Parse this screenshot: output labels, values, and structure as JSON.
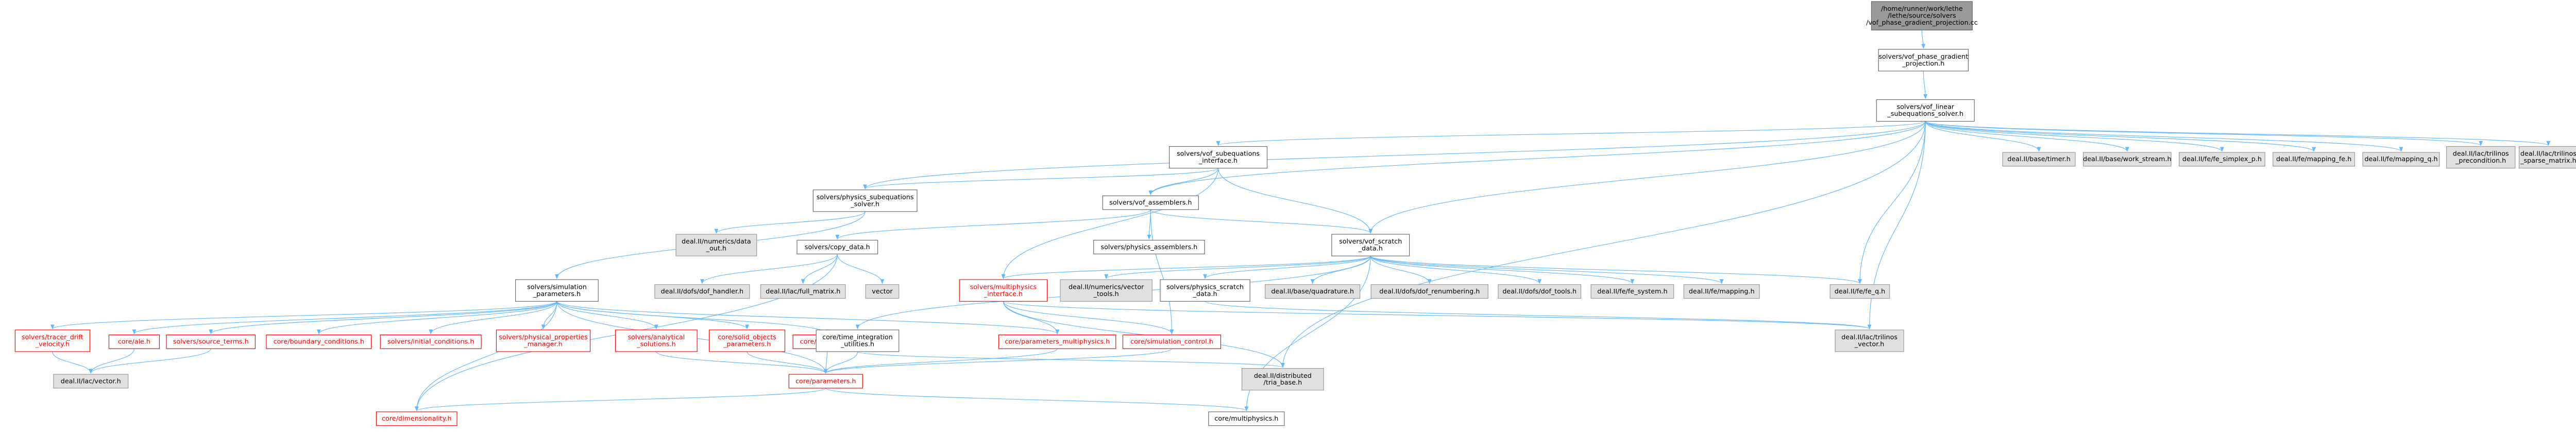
{
  "colors": {
    "root_fill": "#999999",
    "node_fill": "#ffffff",
    "node_stroke": "#666666",
    "external_fill": "#e0e0e0",
    "external_stroke": "#999999",
    "missing_stroke": "#ff0000",
    "normal_text": "#000000",
    "missing_text": "#ff0000",
    "edge": "#63b8ff"
  },
  "nodes": [
    {
      "id": "root",
      "style": "root",
      "lines": [
        "/home/runner/work/lethe",
        "/lethe/source/solvers",
        "/vof_phase_gradient_projection.cc"
      ]
    },
    {
      "id": "vof_pgp_h",
      "style": "normal",
      "lines": [
        "solvers/vof_phase_gradient",
        "_projection.h"
      ]
    },
    {
      "id": "vof_lss",
      "style": "normal",
      "lines": [
        "solvers/vof_linear",
        "_subequations_solver.h"
      ]
    },
    {
      "id": "vof_si",
      "style": "normal",
      "lines": [
        "solvers/vof_subequations",
        "_interface.h"
      ]
    },
    {
      "id": "base_timer",
      "style": "external",
      "lines": [
        "deal.II/base/timer.h"
      ]
    },
    {
      "id": "base_ws",
      "style": "external",
      "lines": [
        "deal.II/base/work_stream.h"
      ]
    },
    {
      "id": "fe_simplex",
      "style": "external",
      "lines": [
        "deal.II/fe/fe_simplex_p.h"
      ]
    },
    {
      "id": "fe_mapping_fe",
      "style": "external",
      "lines": [
        "deal.II/fe/mapping_fe.h"
      ]
    },
    {
      "id": "fe_mapping_q",
      "style": "external",
      "lines": [
        "deal.II/fe/mapping_q.h"
      ]
    },
    {
      "id": "tril_precond",
      "style": "external",
      "lines": [
        "deal.II/lac/trilinos",
        "_precondition.h"
      ]
    },
    {
      "id": "tril_sparse",
      "style": "external",
      "lines": [
        "deal.II/lac/trilinos",
        "_sparse_matrix.h"
      ]
    },
    {
      "id": "phys_sub_solver",
      "style": "normal",
      "lines": [
        "solvers/physics_subequations",
        "_solver.h"
      ]
    },
    {
      "id": "vof_assemblers",
      "style": "normal",
      "lines": [
        "solvers/vof_assemblers.h"
      ]
    },
    {
      "id": "data_out",
      "style": "external",
      "lines": [
        "deal.II/numerics/data",
        "_out.h"
      ]
    },
    {
      "id": "copy_data",
      "style": "normal",
      "lines": [
        "solvers/copy_data.h"
      ]
    },
    {
      "id": "phys_assemblers",
      "style": "normal",
      "lines": [
        "solvers/physics_assemblers.h"
      ]
    },
    {
      "id": "vof_scratch",
      "style": "normal",
      "lines": [
        "solvers/vof_scratch",
        "_data.h"
      ]
    },
    {
      "id": "dof_handler",
      "style": "external",
      "lines": [
        "deal.II/dofs/dof_handler.h"
      ]
    },
    {
      "id": "full_matrix",
      "style": "external",
      "lines": [
        "deal.II/lac/full_matrix.h"
      ]
    },
    {
      "id": "vector_std",
      "style": "external",
      "lines": [
        "vector"
      ]
    },
    {
      "id": "sim_params",
      "style": "normal",
      "lines": [
        "solvers/simulation",
        "_parameters.h"
      ]
    },
    {
      "id": "multiphysics_if",
      "style": "missing",
      "lines": [
        "solvers/multiphysics",
        "_interface.h"
      ]
    },
    {
      "id": "vector_tools",
      "style": "external",
      "lines": [
        "deal.II/numerics/vector",
        "_tools.h"
      ]
    },
    {
      "id": "phys_scratch",
      "style": "normal",
      "lines": [
        "solvers/physics_scratch",
        "_data.h"
      ]
    },
    {
      "id": "quadrature",
      "style": "external",
      "lines": [
        "deal.II/base/quadrature.h"
      ]
    },
    {
      "id": "dof_renum",
      "style": "external",
      "lines": [
        "deal.II/dofs/dof_renumbering.h"
      ]
    },
    {
      "id": "dof_tools",
      "style": "external",
      "lines": [
        "deal.II/dofs/dof_tools.h"
      ]
    },
    {
      "id": "fe_system",
      "style": "external",
      "lines": [
        "deal.II/fe/fe_system.h"
      ]
    },
    {
      "id": "fe_mapping",
      "style": "external",
      "lines": [
        "deal.II/fe/mapping.h"
      ]
    },
    {
      "id": "fe_q",
      "style": "external",
      "lines": [
        "deal.II/fe/fe_q.h"
      ]
    },
    {
      "id": "tracer_drift",
      "style": "missing",
      "lines": [
        "solvers/tracer_drift",
        "_velocity.h"
      ]
    },
    {
      "id": "core_ale",
      "style": "missing",
      "lines": [
        "core/ale.h"
      ]
    },
    {
      "id": "source_terms",
      "style": "missing",
      "lines": [
        "solvers/source_terms.h"
      ]
    },
    {
      "id": "boundary_cond",
      "style": "missing",
      "lines": [
        "core/boundary_conditions.h"
      ]
    },
    {
      "id": "initial_cond",
      "style": "missing",
      "lines": [
        "solvers/initial_conditions.h"
      ]
    },
    {
      "id": "phys_props",
      "style": "missing",
      "lines": [
        "solvers/physical_properties",
        "_manager.h"
      ]
    },
    {
      "id": "analytical",
      "style": "missing",
      "lines": [
        "solvers/analytical",
        "_solutions.h"
      ]
    },
    {
      "id": "solid_objects",
      "style": "missing",
      "lines": [
        "core/solid_objects",
        "_parameters.h"
      ]
    },
    {
      "id": "manifolds",
      "style": "missing",
      "lines": [
        "core/manifolds.h"
      ]
    },
    {
      "id": "time_integ",
      "style": "normal",
      "lines": [
        "core/time_integration",
        "_utilities.h"
      ]
    },
    {
      "id": "params_multiphysics",
      "style": "missing",
      "lines": [
        "core/parameters_multiphysics.h"
      ]
    },
    {
      "id": "sim_control",
      "style": "missing",
      "lines": [
        "core/simulation_control.h"
      ]
    },
    {
      "id": "tril_vector",
      "style": "external",
      "lines": [
        "deal.II/lac/trilinos",
        "_vector.h"
      ]
    },
    {
      "id": "lac_vector",
      "style": "external",
      "lines": [
        "deal.II/lac/vector.h"
      ]
    },
    {
      "id": "core_params",
      "style": "missing",
      "lines": [
        "core/parameters.h"
      ]
    },
    {
      "id": "dist_tria",
      "style": "external",
      "lines": [
        "deal.II/distributed",
        "/tria_base.h"
      ]
    },
    {
      "id": "dimensionality",
      "style": "missing",
      "lines": [
        "core/dimensionality.h"
      ]
    },
    {
      "id": "core_multiphysics",
      "style": "normal",
      "lines": [
        "core/multiphysics.h"
      ]
    }
  ],
  "edges": [
    [
      "root",
      "vof_pgp_h"
    ],
    [
      "vof_pgp_h",
      "vof_lss"
    ],
    [
      "vof_lss",
      "vof_si"
    ],
    [
      "vof_lss",
      "base_timer"
    ],
    [
      "vof_lss",
      "base_ws"
    ],
    [
      "vof_lss",
      "fe_simplex"
    ],
    [
      "vof_lss",
      "fe_mapping_fe"
    ],
    [
      "vof_lss",
      "fe_mapping_q"
    ],
    [
      "vof_lss",
      "tril_precond"
    ],
    [
      "vof_lss",
      "tril_sparse"
    ],
    [
      "vof_lss",
      "phys_sub_solver"
    ],
    [
      "vof_lss",
      "vof_assemblers"
    ],
    [
      "vof_lss",
      "vof_scratch"
    ],
    [
      "vof_lss",
      "fe_q"
    ],
    [
      "vof_lss",
      "tril_vector"
    ],
    [
      "vof_lss",
      "dist_tria"
    ],
    [
      "vof_si",
      "phys_sub_solver"
    ],
    [
      "vof_si",
      "vof_assemblers"
    ],
    [
      "vof_si",
      "vof_scratch"
    ],
    [
      "vof_si",
      "multiphysics_if"
    ],
    [
      "phys_sub_solver",
      "data_out"
    ],
    [
      "phys_sub_solver",
      "sim_params"
    ],
    [
      "vof_assemblers",
      "copy_data"
    ],
    [
      "vof_assemblers",
      "phys_assemblers"
    ],
    [
      "vof_assemblers",
      "vof_scratch"
    ],
    [
      "vof_assemblers",
      "sim_control"
    ],
    [
      "copy_data",
      "dof_handler"
    ],
    [
      "copy_data",
      "full_matrix"
    ],
    [
      "copy_data",
      "vector_std"
    ],
    [
      "copy_data",
      "dimensionality"
    ],
    [
      "vof_scratch",
      "multiphysics_if"
    ],
    [
      "vof_scratch",
      "vector_tools"
    ],
    [
      "vof_scratch",
      "phys_scratch"
    ],
    [
      "vof_scratch",
      "quadrature"
    ],
    [
      "vof_scratch",
      "dof_renum"
    ],
    [
      "vof_scratch",
      "dof_tools"
    ],
    [
      "vof_scratch",
      "fe_system"
    ],
    [
      "vof_scratch",
      "fe_mapping"
    ],
    [
      "vof_scratch",
      "fe_q"
    ],
    [
      "vof_scratch",
      "time_integ"
    ],
    [
      "vof_scratch",
      "core_multiphysics"
    ],
    [
      "sim_params",
      "tracer_drift"
    ],
    [
      "sim_params",
      "core_ale"
    ],
    [
      "sim_params",
      "source_terms"
    ],
    [
      "sim_params",
      "boundary_cond"
    ],
    [
      "sim_params",
      "initial_cond"
    ],
    [
      "sim_params",
      "phys_props"
    ],
    [
      "sim_params",
      "analytical"
    ],
    [
      "sim_params",
      "solid_objects"
    ],
    [
      "sim_params",
      "manifolds"
    ],
    [
      "sim_params",
      "params_multiphysics"
    ],
    [
      "sim_params",
      "core_params"
    ],
    [
      "sim_params",
      "dimensionality"
    ],
    [
      "multiphysics_if",
      "params_multiphysics"
    ],
    [
      "multiphysics_if",
      "sim_control"
    ],
    [
      "multiphysics_if",
      "tril_vector"
    ],
    [
      "multiphysics_if",
      "dist_tria"
    ],
    [
      "tracer_drift",
      "lac_vector"
    ],
    [
      "core_ale",
      "lac_vector"
    ],
    [
      "source_terms",
      "lac_vector"
    ],
    [
      "solid_objects",
      "core_params"
    ],
    [
      "analytical",
      "core_params"
    ],
    [
      "manifolds",
      "core_params"
    ],
    [
      "time_integ",
      "core_params"
    ],
    [
      "params_multiphysics",
      "core_params"
    ],
    [
      "sim_control",
      "core_params"
    ],
    [
      "core_params",
      "dimensionality"
    ],
    [
      "core_params",
      "core_multiphysics"
    ],
    [
      "time_integ",
      "dist_tria"
    ],
    [
      "phys_scratch",
      "tril_vector"
    ]
  ]
}
